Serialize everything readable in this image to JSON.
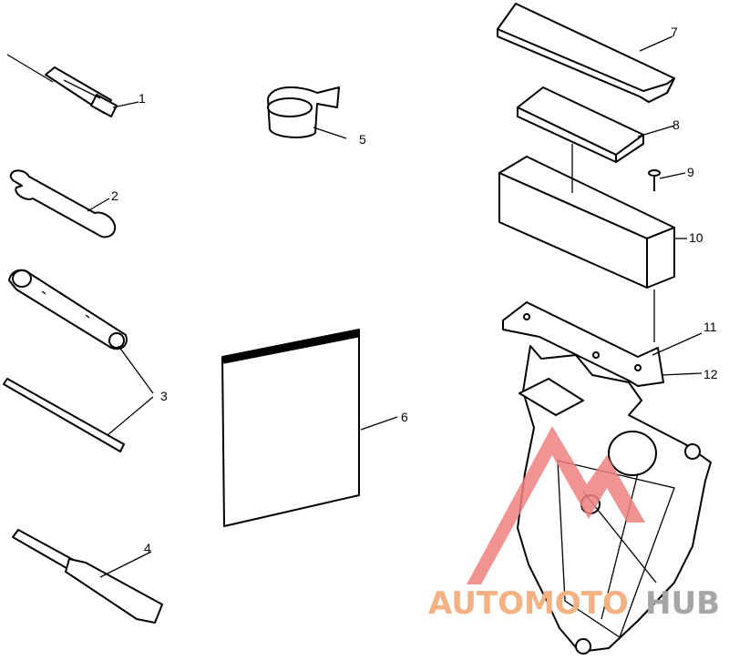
{
  "callouts": [
    "1",
    "2",
    "3",
    "4",
    "5",
    "6",
    "7",
    "8",
    "9",
    "10",
    "11",
    "12"
  ],
  "watermark": {
    "prefix": "AUTOMOTO",
    "suffix": "HUB",
    "prefix_color": "#f4b183",
    "suffix_color": "#a6a6a6",
    "logo_color": "#f08080"
  }
}
